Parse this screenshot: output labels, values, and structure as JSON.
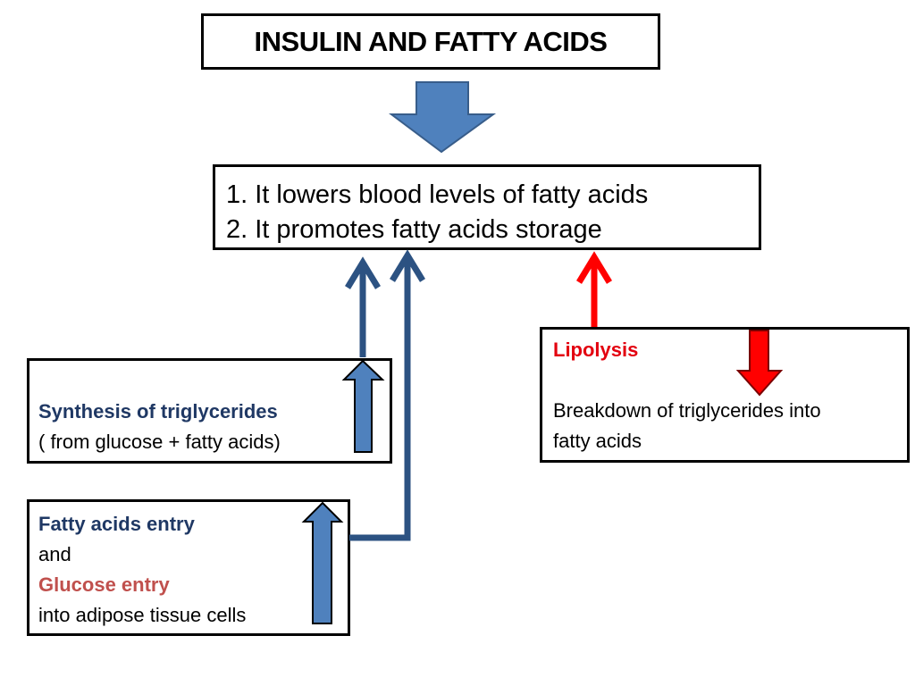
{
  "title": "INSULIN AND FATTY ACIDS",
  "effects": {
    "line1": "1. It lowers blood levels of  fatty acids",
    "line2": "2. It promotes fatty acids storage"
  },
  "synthesis": {
    "heading": "Synthesis of triglycerides",
    "detail": "( from glucose + fatty acids)"
  },
  "entry": {
    "fatty_acids": "Fatty acids entry",
    "and": "and",
    "glucose": "Glucose entry",
    "target": "into adipose tissue cells"
  },
  "lipolysis": {
    "heading": "Lipolysis",
    "line1": "Breakdown of triglycerides into",
    "line2": "fatty acids"
  },
  "colors": {
    "navy_text": "#1f3864",
    "rose_text": "#c0504d",
    "red_text": "#e3000f",
    "arrow_blue_fill": "#4f81bd",
    "arrow_blue_line": "#2c5282",
    "arrow_red": "#ff0000"
  }
}
